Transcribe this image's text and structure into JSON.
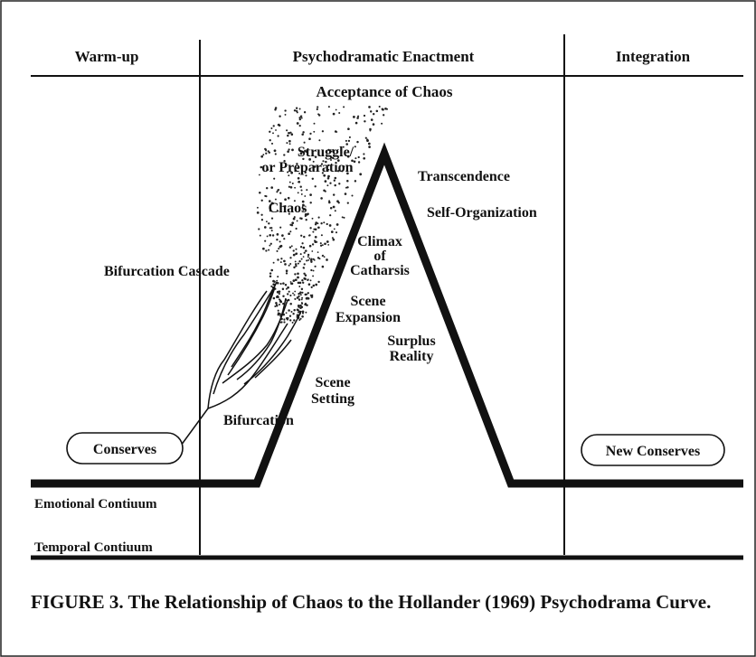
{
  "columns": {
    "left": "Warm-up",
    "center": "Psychodramatic Enactment",
    "right": "Integration"
  },
  "labels": {
    "acceptance": "Acceptance of Chaos",
    "struggle_1": "Struggle/",
    "struggle_2": "or Preparation",
    "chaos": "Chaos",
    "transcendence": "Transcendence",
    "self_organization": "Self-Organization",
    "climax_1": "Climax",
    "climax_2": "of",
    "climax_3": "Catharsis",
    "bifurcation_cascade": "Bifurcation Cascade",
    "scene_expansion_1": "Scene",
    "scene_expansion_2": "Expansion",
    "surplus_1": "Surplus",
    "surplus_2": "Reality",
    "scene_setting_1": "Scene",
    "scene_setting_2": "Setting",
    "bifurcation": "Bifurcation",
    "conserves": "Conserves",
    "new_conserves": "New Conserves",
    "emotional": "Emotional Contiuum",
    "temporal": "Temporal Contiuum"
  },
  "caption": "FIGURE 3. The Relationship of Chaos to the Hollander (1969) Psychodrama Curve."
}
